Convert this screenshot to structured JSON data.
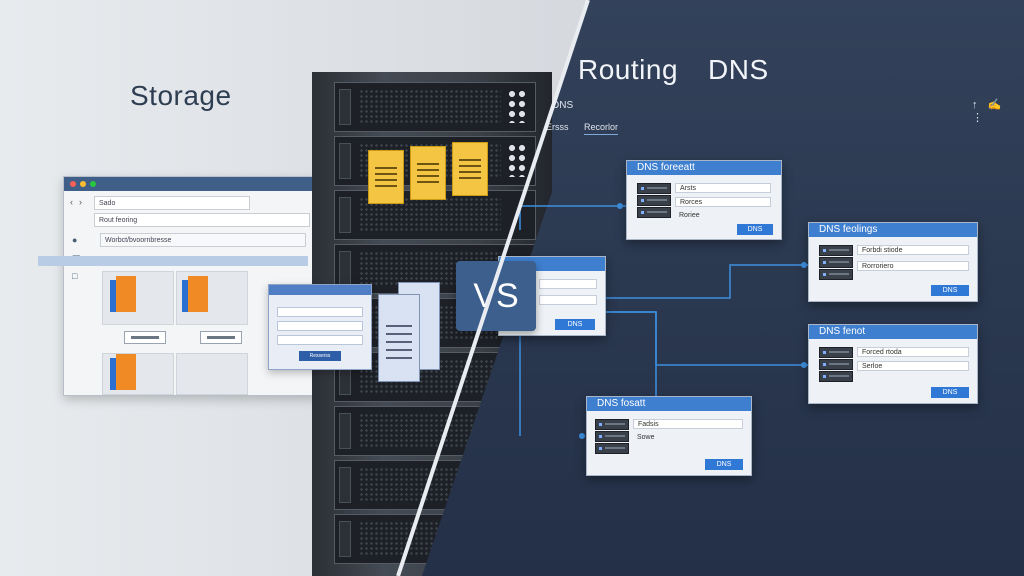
{
  "headings": {
    "storage": "Storage",
    "routing": "Routing",
    "dns": "DNS"
  },
  "vs_label": "VS",
  "browser": {
    "tab_label": "Sado",
    "url_text": "Rout feoring",
    "path_text": "Worbct/bvoornbresse",
    "dialog_button": "Resserss"
  },
  "right_panel": {
    "tab_title": "DNS",
    "tabs": [
      "Ersss",
      "Recorlor"
    ],
    "center_card_button": "DNS",
    "cards": [
      {
        "title": "DNS foreeatt",
        "rows": [
          "Arsts",
          "Rorces",
          "Roriee"
        ],
        "button": "DNS"
      },
      {
        "title": "DNS feolings",
        "rows": [
          "Forbdi stiode",
          "Rorroriero"
        ],
        "button": "DNS"
      },
      {
        "title": "DNS fenot",
        "rows": [
          "Forced rtoda",
          "Serloe"
        ],
        "button": "DNS"
      },
      {
        "title": "DNS fosatt",
        "rows": [
          "Fadsis",
          "Sowe"
        ],
        "button": "DNS"
      }
    ]
  },
  "colors": {
    "accent_blue": "#3f7fd0",
    "dark_bg": "#2a3850",
    "orange": "#f08a24",
    "yellow": "#f4c542"
  }
}
